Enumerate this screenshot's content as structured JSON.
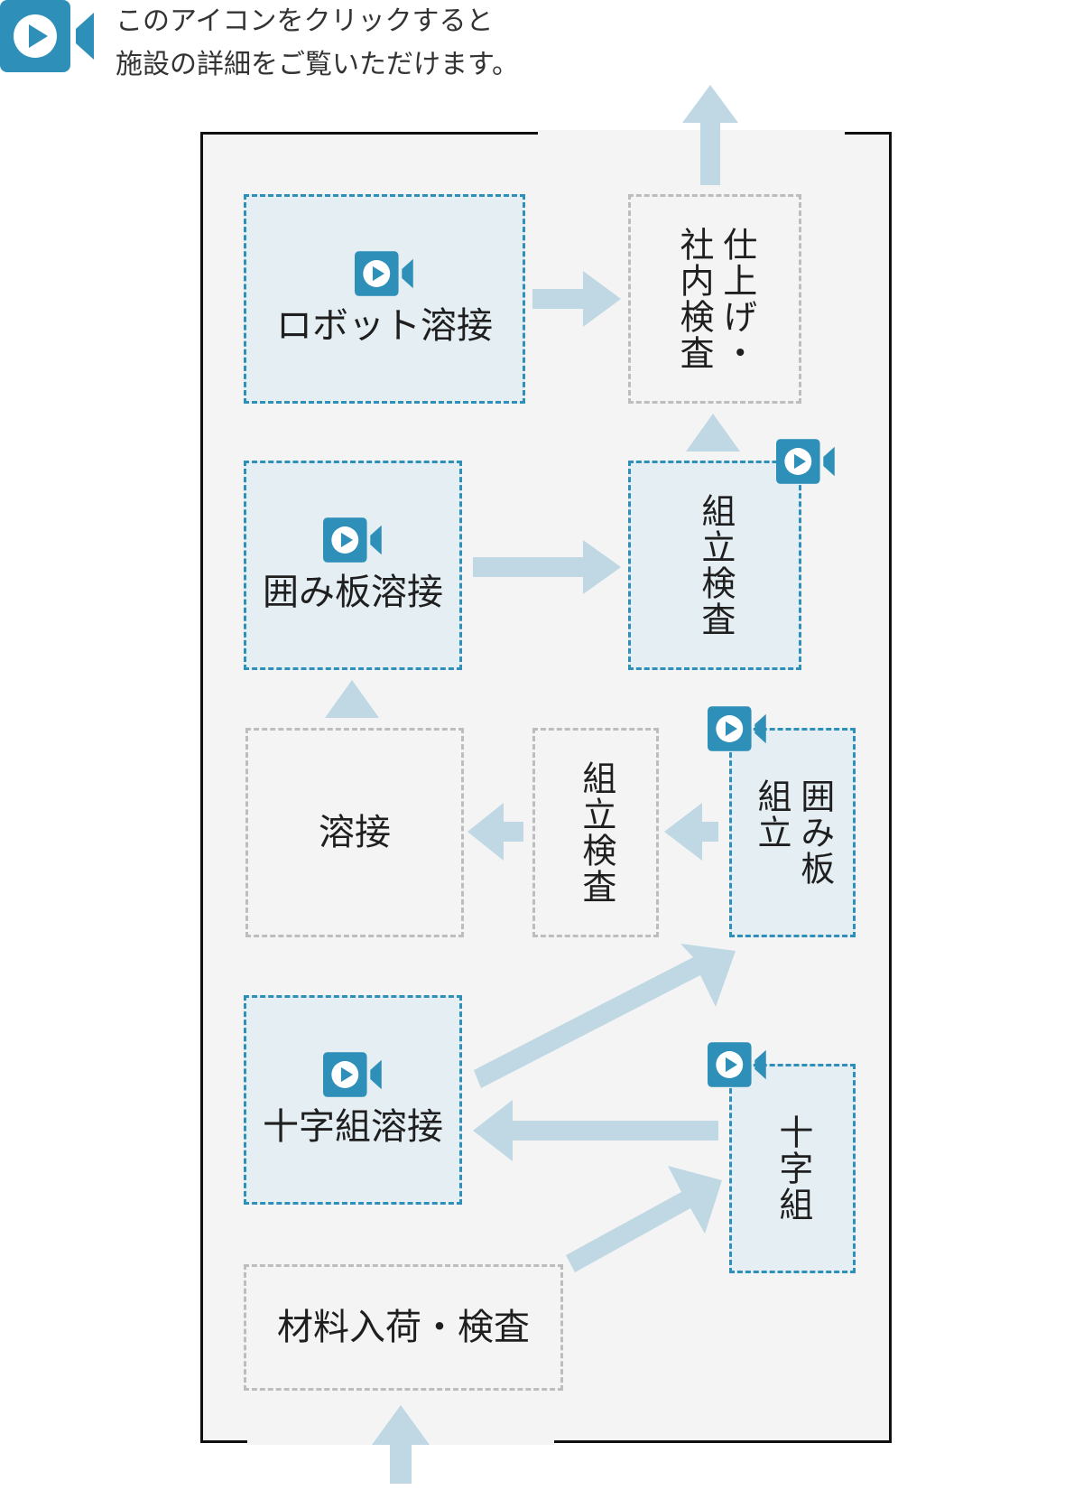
{
  "legend": {
    "icon": "video-camera-icon",
    "line1": "このアイコンをクリックすると",
    "line2": "施設の詳細をご覧いただけます。"
  },
  "colors": {
    "accent": "#2e8fb8",
    "video_box_bg": "#e4eef3",
    "arrow": "#bfd8e3",
    "floor_bg": "#f4f4f4",
    "plain_border": "#bdbdbd"
  },
  "processes": {
    "robot_welding": "ロボット溶接",
    "finishing_line1": "仕上げ・",
    "finishing_line2": "社内検査",
    "panel_welding": "囲み板溶接",
    "assembly_inspection_upper": "組立検査",
    "welding": "溶接",
    "assembly_inspection_lower": "組立検査",
    "panel_assembly_line1": "囲み板",
    "panel_assembly_line2": "組立",
    "cross_welding": "十字組溶接",
    "cross_assembly": "十字組",
    "material_receiving": "材料入荷・検査"
  }
}
